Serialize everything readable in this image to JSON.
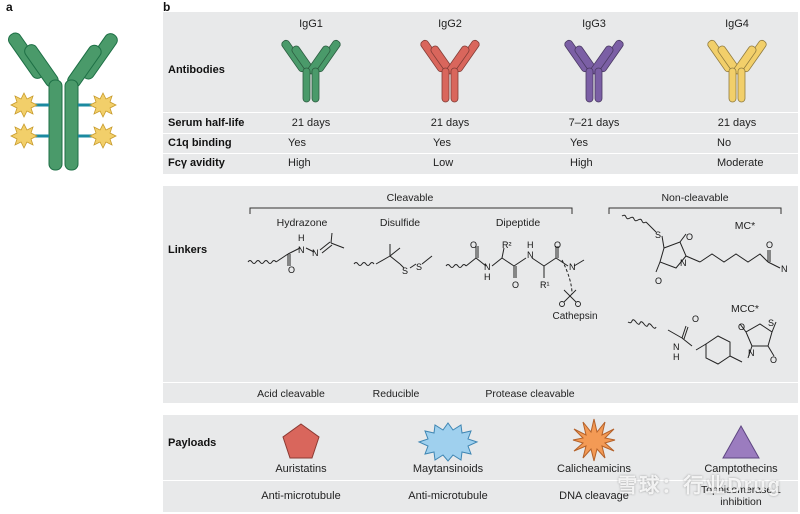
{
  "panels": {
    "a": "a",
    "b": "b"
  },
  "rows": {
    "antibodies": "Antibodies",
    "serum_half_life": "Serum half-life",
    "c1q_binding": "C1q binding",
    "fcy_avidity": "Fcγ avidity",
    "linkers": "Linkers",
    "payloads": "Payloads"
  },
  "antibodies": [
    {
      "name": "IgG1",
      "color": "#4a9a6a",
      "half_life": "21 days",
      "c1q": "Yes",
      "fcy": "High"
    },
    {
      "name": "IgG2",
      "color": "#d9665c",
      "half_life": "21 days",
      "c1q": "Yes",
      "fcy": "Low"
    },
    {
      "name": "IgG3",
      "color": "#7b5fa5",
      "half_life": "7–21 days",
      "c1q": "Yes",
      "fcy": "High"
    },
    {
      "name": "IgG4",
      "color": "#f2cf6a",
      "half_life": "21 days",
      "c1q": "No",
      "fcy": "Moderate"
    }
  ],
  "linkers": {
    "cleavable": "Cleavable",
    "non_cleavable": "Non-cleavable",
    "hydrazone": "Hydrazone",
    "disulfide": "Disulfide",
    "dipeptide": "Dipeptide",
    "mc": "MC*",
    "mcc": "MCC*",
    "cathepsin": "Cathepsin",
    "acid": "Acid cleavable",
    "reducible": "Reducible",
    "protease": "Protease cleavable",
    "atoms": {
      "h": "H",
      "n": "N",
      "o": "O",
      "s": "S",
      "r1": "R¹",
      "r2": "R²"
    }
  },
  "payloads": [
    {
      "name": "Auristatins",
      "mechanism": "Anti-microtubule",
      "color": "#d9665c"
    },
    {
      "name": "Maytansinoids",
      "mechanism": "Anti-microtubule",
      "color": "#9fd0ee"
    },
    {
      "name": "Calicheamicins",
      "mechanism": "DNA cleavage",
      "color": "#f39a55"
    },
    {
      "name": "Camptothecins",
      "mechanism": "Topoisomerase 1 inhibition",
      "color": "#9b7cbf"
    }
  ],
  "watermark": "雪球：行业Drug"
}
